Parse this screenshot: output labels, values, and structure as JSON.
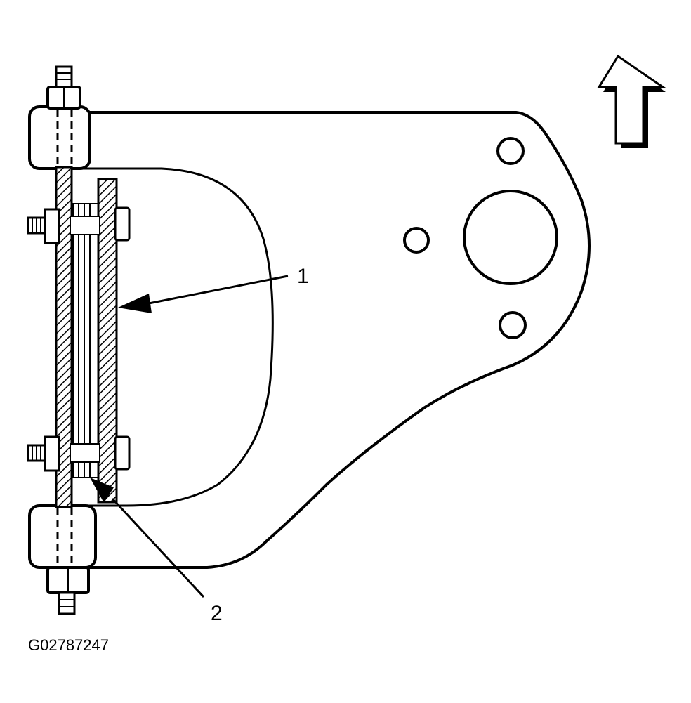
{
  "figure": {
    "callouts": [
      {
        "id": "1",
        "label": "1"
      },
      {
        "id": "2",
        "label": "2"
      }
    ],
    "figure_id": "G02787247",
    "icons": {
      "direction_arrow": "up-arrow-icon"
    },
    "colors": {
      "ink": "#000000",
      "paper": "#ffffff"
    }
  }
}
